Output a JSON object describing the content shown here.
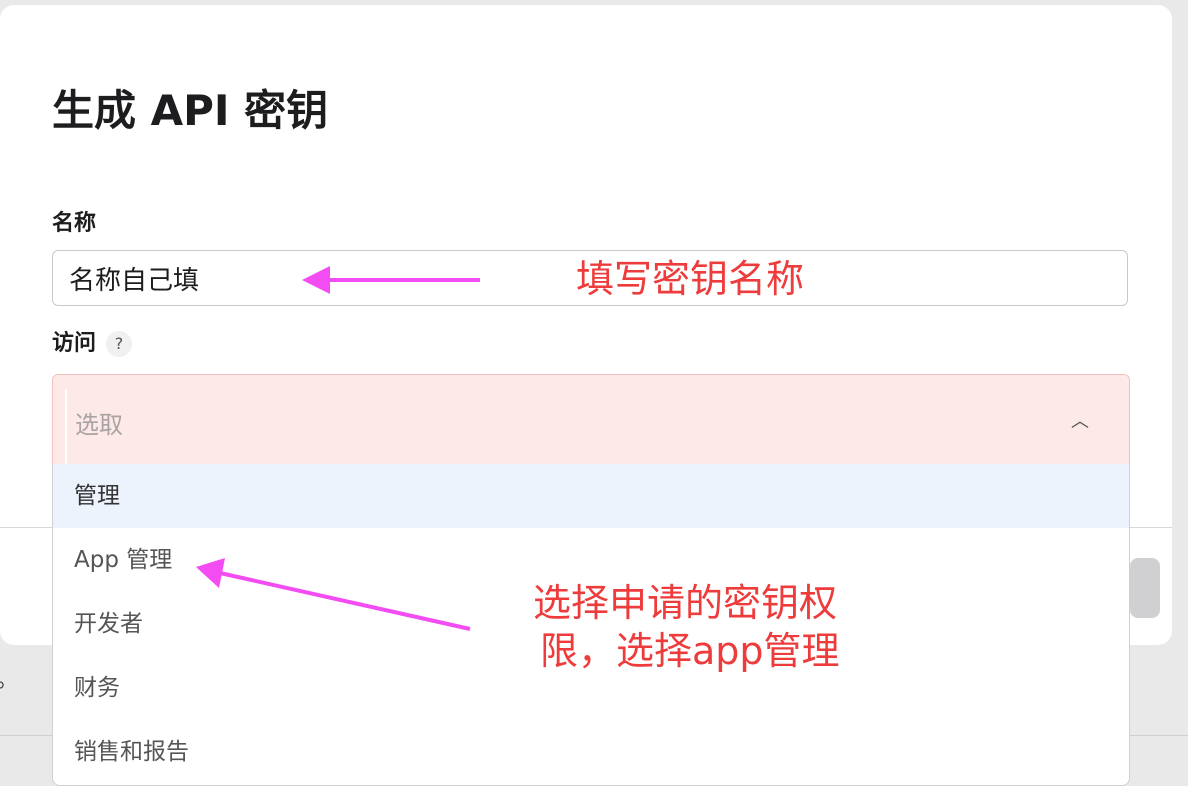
{
  "modal": {
    "title": "生成 API 密钥",
    "name_label": "名称",
    "name_value": "名称自己填",
    "access_label": "访问",
    "help_icon": "question-icon",
    "access_placeholder": "选取",
    "chevron_icon": "chevron-up-icon"
  },
  "dropdown": {
    "options": [
      {
        "label": "管理",
        "highlighted": true
      },
      {
        "label": "App 管理",
        "highlighted": false
      },
      {
        "label": "开发者",
        "highlighted": false
      },
      {
        "label": "财务",
        "highlighted": false
      },
      {
        "label": "销售和报告",
        "highlighted": false
      }
    ]
  },
  "background": {
    "partial_text": "。"
  },
  "annotations": {
    "name_note": "填写密钥名称",
    "access_note_line1": "选择申请的密钥权",
    "access_note_line2": "限，选择app管理",
    "text_color": "#ee3b3b",
    "arrow_color": "#f24cf2"
  }
}
